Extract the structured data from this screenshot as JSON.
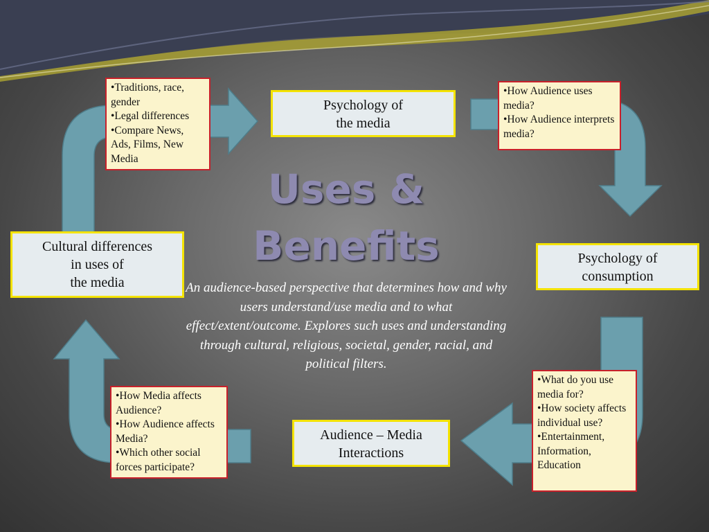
{
  "title": "Uses & Benefits",
  "description": "An audience-based perspective that determines how and why users understand/use media and to what effect/extent/outcome.  Explores such uses and understanding through cultural, religious, societal, gender, racial, and political filters.",
  "nodes": {
    "psychology_media": [
      "Psychology of",
      "the media"
    ],
    "psychology_consumption": [
      "Psychology of",
      "consumption"
    ],
    "audience_media": [
      "Audience – Media",
      "Interactions"
    ],
    "cultural": [
      "Cultural differences",
      "in uses of",
      "the media"
    ]
  },
  "notes": {
    "top_left": [
      "•Traditions, race, gender",
      "•Legal differences",
      "•Compare News, Ads, Films, New Media"
    ],
    "top_right": [
      "•How Audience uses media?",
      "•How Audience interprets media?"
    ],
    "bottom_right": [
      "•What do you use media for?",
      "•How society affects individual use?",
      "•Entertainment, Information, Education"
    ],
    "bottom_left": [
      "•How Media affects Audience?",
      "•How Audience affects Media?",
      "•Which other social forces participate?"
    ]
  },
  "colors": {
    "arrow": "#6b9fad",
    "box_fill": "#e6ecef",
    "box_border": "#f4e300",
    "note_fill": "#fbf4cc",
    "note_border": "#c8202a",
    "title": "#8e8ab0"
  }
}
